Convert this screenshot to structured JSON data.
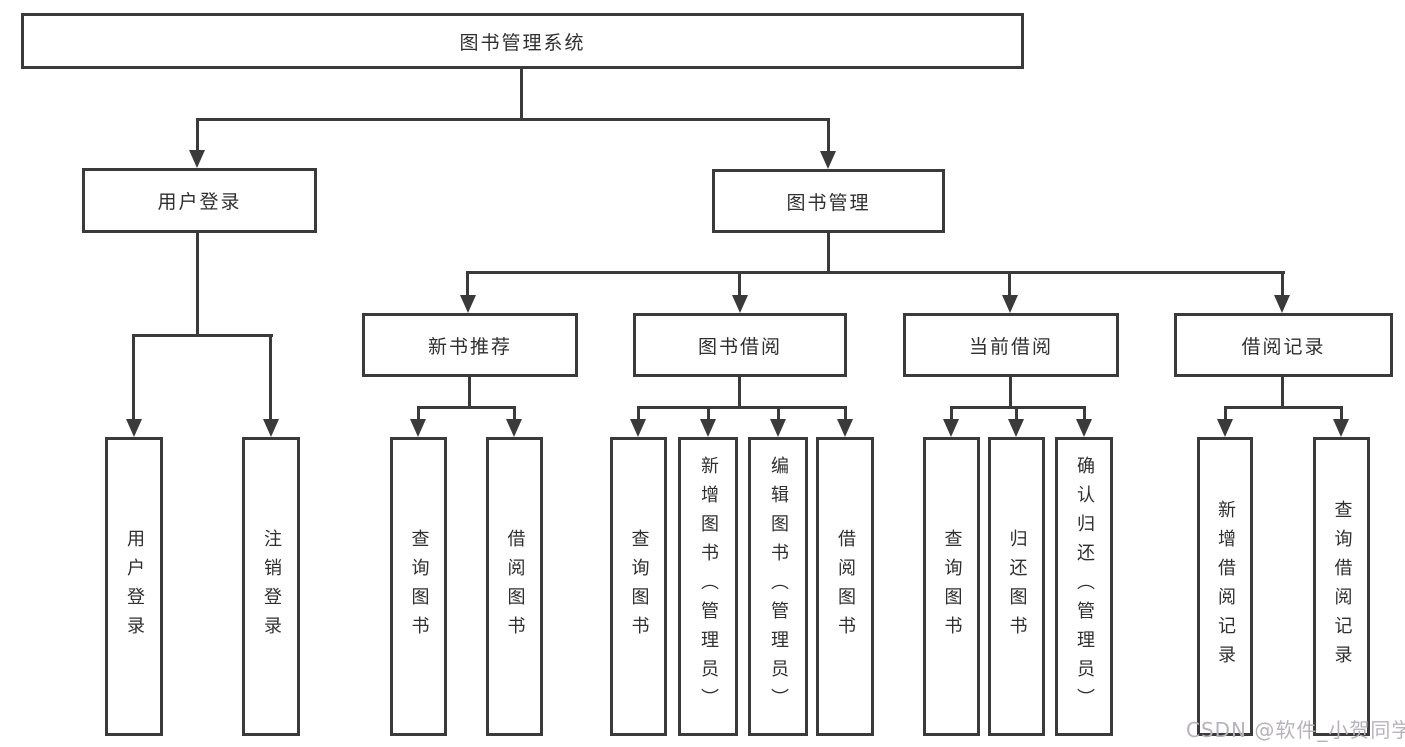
{
  "diagram_type": "hierarchy-tree",
  "nodes": {
    "root": "图书管理系统",
    "user_login": "用户登录",
    "book_management": "图书管理",
    "new_book_recommend": "新书推荐",
    "book_borrow": "图书借阅",
    "current_borrow": "当前借阅",
    "borrow_records": "借阅记录",
    "leaf_user_login": "用户登录",
    "leaf_logout": "注销登录",
    "leaf_query_books_newrec": "查询图书",
    "leaf_borrow_books_newrec": "借阅图书",
    "leaf_query_books_borrow": "查询图书",
    "leaf_add_book_admin": "新增图书（管理员）",
    "leaf_edit_book_admin": "编辑图书（管理员）",
    "leaf_borrow_books_borrow": "借阅图书",
    "leaf_query_books_current": "查询图书",
    "leaf_return_book": "归还图书",
    "leaf_confirm_return_admin": "确认归还（管理员）",
    "leaf_add_borrow_record": "新增借阅记录",
    "leaf_query_borrow_record": "查询借阅记录"
  },
  "hierarchy": {
    "图书管理系统": {
      "用户登录": [
        "用户登录",
        "注销登录"
      ],
      "图书管理": {
        "新书推荐": [
          "查询图书",
          "借阅图书"
        ],
        "图书借阅": [
          "查询图书",
          "新增图书（管理员）",
          "编辑图书（管理员）",
          "借阅图书"
        ],
        "当前借阅": [
          "查询图书",
          "归还图书",
          "确认归还（管理员）"
        ],
        "借阅记录": [
          "新增借阅记录",
          "查询借阅记录"
        ]
      }
    }
  },
  "watermark": "CSDN @软件_小贺同学",
  "colors": {
    "background": "#ffffff",
    "box_border": "#3a3a3a",
    "connector_line": "#3a3a3a",
    "text": "#2f2f2f",
    "watermark": "#b8b1bc"
  }
}
